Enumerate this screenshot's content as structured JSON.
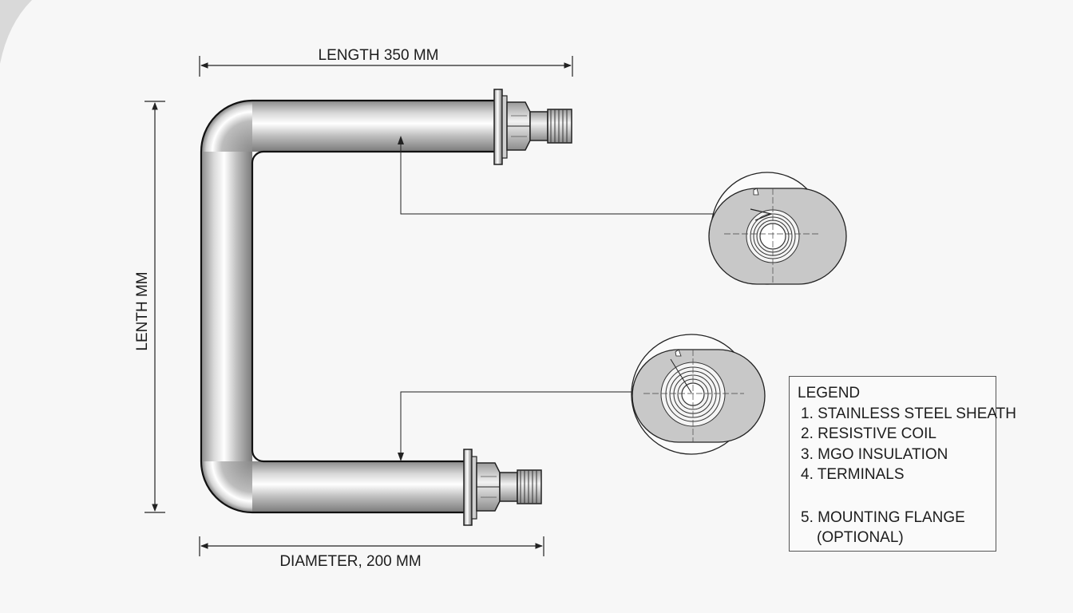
{
  "dimensions": {
    "top": "LENGTH 350 MM",
    "left": "LENTH MM",
    "bottom": "DIAMETER, 200 MM"
  },
  "legend": {
    "title": "LEGEND",
    "items": [
      "1. STAINLESS STEEL SHEATH",
      "2. RESISTIVE COIL",
      "3. MGO INSULATION",
      "4. TERMINALS",
      "5. MOUNTING FLANGE",
      "(OPTIONAL)"
    ]
  }
}
